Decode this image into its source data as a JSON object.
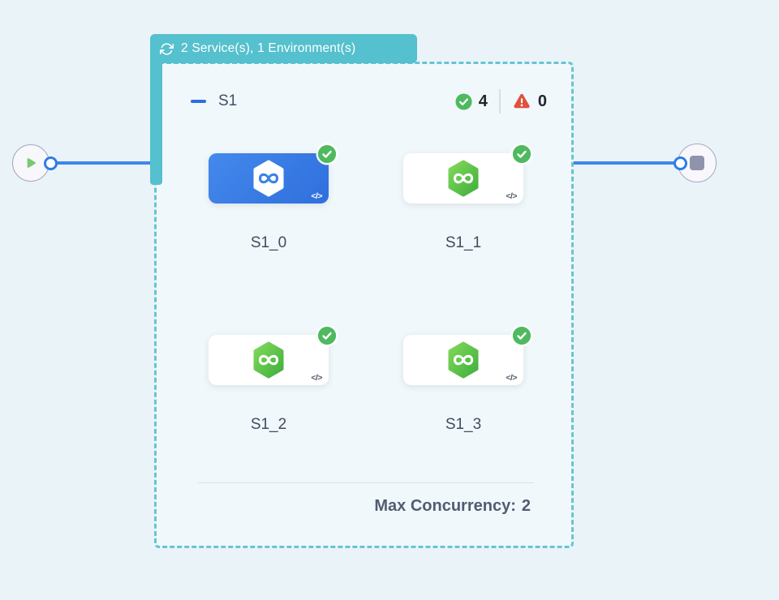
{
  "header_badge": {
    "icon": "loop-icon",
    "label": "2 Service(s), 1 Environment(s)"
  },
  "stage": {
    "title": "S1",
    "collapse_icon": "minus-icon",
    "success_count": "4",
    "failed_count": "0",
    "max_concurrency": {
      "label": "Max Concurrency:",
      "value": "2"
    }
  },
  "services": [
    {
      "label": "S1_0",
      "status": "success",
      "selected": true
    },
    {
      "label": "S1_1",
      "status": "success",
      "selected": false
    },
    {
      "label": "S1_2",
      "status": "success",
      "selected": false
    },
    {
      "label": "S1_3",
      "status": "success",
      "selected": false
    }
  ],
  "flow": {
    "start_node_icon": "play-icon",
    "end_node_icon": "stop-icon"
  },
  "colors": {
    "badge_teal": "#55C0CE",
    "edge_blue": "#3D87EA",
    "selected_card_blue": "#3B82E8",
    "success_green": "#4FB95F",
    "service_green_top": "#82D95A",
    "service_green_bottom": "#3FAF3D",
    "error_red": "#E0513D",
    "canvas_bg": "#E9F3F8",
    "container_bg": "#F1F8FB"
  }
}
